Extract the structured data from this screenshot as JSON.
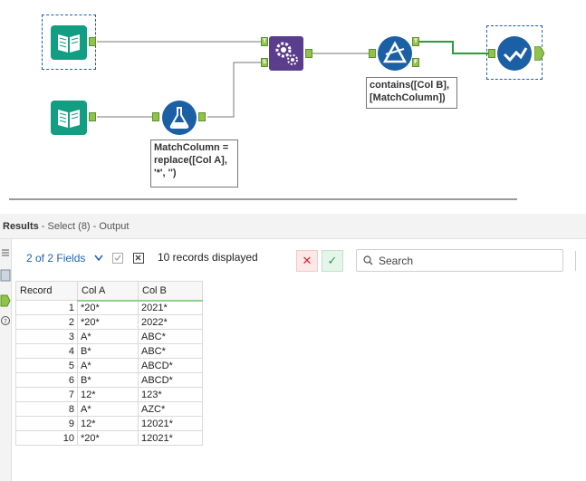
{
  "canvas": {
    "annotation_formula": "MatchColumn = replace([Col A], '*', '')",
    "annotation_formula_lines": [
      "MatchColumn =",
      "replace([Col A],",
      "'*', '')"
    ],
    "annotation_filter_lines": [
      "contains([Col B],",
      "[MatchColumn])"
    ],
    "anchors": {
      "true": "T",
      "false": "F",
      "source": "S"
    },
    "icons": [
      "input-book-icon",
      "input-book-icon",
      "join-gears-icon",
      "formula-flask-icon",
      "filter-triangle-icon",
      "select-check-icon"
    ]
  },
  "results": {
    "label": "Results",
    "subtitle": " - Select (8) - Output"
  },
  "toolbar": {
    "fields_label": "2 of 2 Fields",
    "records_label": "10 records displayed",
    "search_placeholder": "Search"
  },
  "table": {
    "headers": [
      "Record",
      "Col A",
      "Col B"
    ],
    "rows": [
      [
        "1",
        "*20*",
        "2021*"
      ],
      [
        "2",
        "*20*",
        "2022*"
      ],
      [
        "3",
        "A*",
        "ABC*"
      ],
      [
        "4",
        "B*",
        "ABC*"
      ],
      [
        "5",
        "A*",
        "ABCD*"
      ],
      [
        "6",
        "B*",
        "ABCD*"
      ],
      [
        "7",
        "12*",
        "123*"
      ],
      [
        "8",
        "A*",
        "AZC*"
      ],
      [
        "9",
        "12*",
        "12021*"
      ],
      [
        "10",
        "*20*",
        "12021*"
      ]
    ]
  },
  "colors": {
    "input_teal": "#119e82",
    "join_purple": "#5b3d8e",
    "filter_blue": "#1b5fa5",
    "connection_green": "#2e9a3e",
    "anchor_green": "#8fc34a"
  }
}
